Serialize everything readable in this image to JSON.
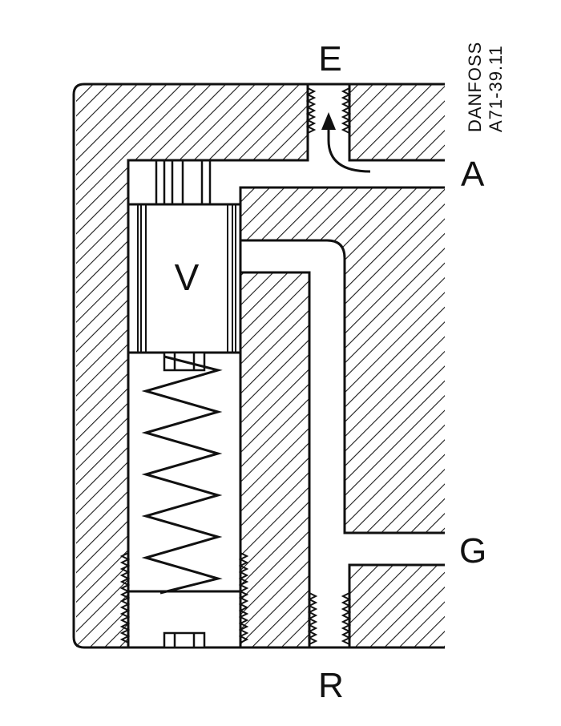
{
  "figure": {
    "ports": {
      "top": "E",
      "right_upper": "A",
      "right_lower": "G",
      "bottom": "R"
    },
    "valve": "V",
    "code": {
      "line1": "DANFOSS",
      "line2": "A71-39.11"
    }
  },
  "colors": {
    "ink": "#111111",
    "background": "#ffffff",
    "hatch": "#1a1a1a"
  }
}
